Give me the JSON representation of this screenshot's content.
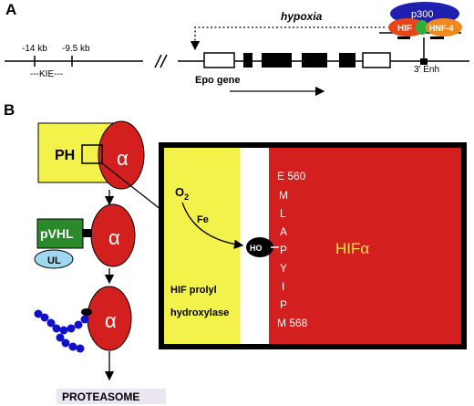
{
  "panel_a": {
    "label": "A",
    "marker_14kb": "-14 kb",
    "marker_9_5kb": "-9.5 kb",
    "kie": "---KIE---",
    "hypoxia": "hypoxia",
    "p300": "p300",
    "hif": "HIF",
    "hnf4": "HNF-4",
    "epo_gene": "Epo gene",
    "enh": "3' Enh"
  },
  "panel_b": {
    "label": "B",
    "ph": "PH",
    "alpha": "α",
    "pvhl": "pVHL",
    "ul": "UL",
    "o2": "O",
    "o2_sub": "2",
    "fe": "Fe",
    "ho": "HO",
    "hydroxylase_line1": "HIF prolyl",
    "hydroxylase_line2": "hydroxylase",
    "residues": [
      "E 560",
      "M",
      "L",
      "A",
      "P",
      "Y",
      "I",
      "P",
      "M 568"
    ],
    "hif_alpha": "HIFα",
    "proteasome": "PROTEASOME"
  },
  "colors": {
    "yellow": "#f2f24a",
    "red": "#d41f1f",
    "green": "#2a8a2a",
    "blue": "#2020b0",
    "orange": "#f08a1e",
    "light_blue": "#9fd8f0"
  }
}
